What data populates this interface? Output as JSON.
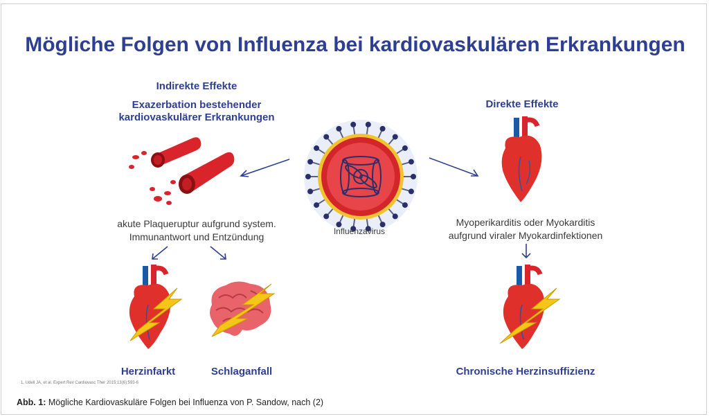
{
  "title": "Mögliche Folgen von Influenza bei kardiovaskulären Erkrankungen",
  "left": {
    "heading": "Indirekte Effekte",
    "subheading_line1": "Exazerbation bestehender",
    "subheading_line2": "kardiovaskulärer Erkrankungen",
    "text_line1": "akute Plaqueruptur aufgrund system.",
    "text_line2": "Immunantwort und Entzündung",
    "outcome1": "Herzinfarkt",
    "outcome2": "Schlaganfall"
  },
  "center": {
    "virus_label": "Influenzavirus"
  },
  "right": {
    "heading": "Direkte Effekte",
    "text_line1": "Myoperikarditis oder Myokarditis",
    "text_line2": "aufgrund viraler Myokardinfektionen",
    "outcome": "Chronische Herzinsuffizienz"
  },
  "reference": "1. Udell JA, et al. Expert Rev Cardiovasc Ther 2015;13(6):593-6",
  "caption": {
    "label": "Abb. 1:",
    "text": " Mögliche Kardiovaskuläre Folgen bei Influenza von P. Sandow, nach (2)"
  },
  "colors": {
    "title": "#2e3f92",
    "arrow": "#2e3f92",
    "heart": "#e0302c",
    "vessel": "#1c5aa8",
    "lightning": "#f5c518"
  }
}
